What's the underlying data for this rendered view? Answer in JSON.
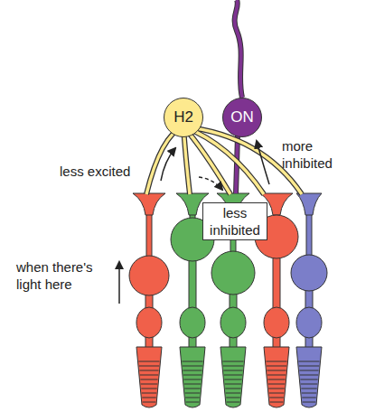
{
  "diagram": {
    "nodes": [
      {
        "text": [
          "H2"
        ]
      },
      {
        "text": [
          "ON"
        ]
      }
    ],
    "labels": [
      "less excited",
      "more inhibited",
      "less inhibited",
      "when there's light here"
    ]
  }
}
